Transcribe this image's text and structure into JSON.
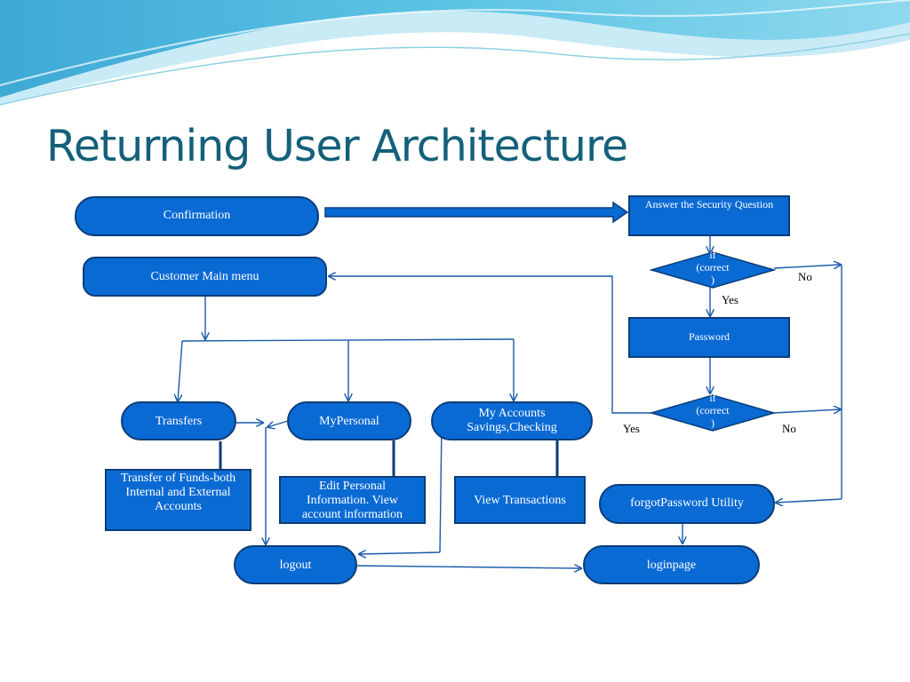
{
  "title": "Returning User Architecture",
  "nodes": {
    "confirmation": "Confirmation",
    "answer_security": "Answer the Security Question",
    "decision1": "if\n(correct\n)",
    "customer_main_menu": "Customer Main menu",
    "password": "Password",
    "decision2": "if\n(correct\n)",
    "transfers": "Transfers",
    "mypersonal": "MyPersonal",
    "my_accounts": "My Accounts Savings,Checking",
    "transfer_funds": "Transfer of Funds-both Internal and External Accounts",
    "edit_personal": "Edit Personal Information. View account information",
    "view_transactions": "View Transactions",
    "forgot_password": "forgotPassword Utility",
    "logout": "logout",
    "loginpage": "loginpage"
  },
  "labels": {
    "no1": "No",
    "yes1": "Yes",
    "yes2": "Yes",
    "no2": "No"
  },
  "colors": {
    "title": "#14607a",
    "node_fill": "#0a6ad4",
    "node_border": "#0b3c78",
    "connector": "#1a5aa8"
  }
}
